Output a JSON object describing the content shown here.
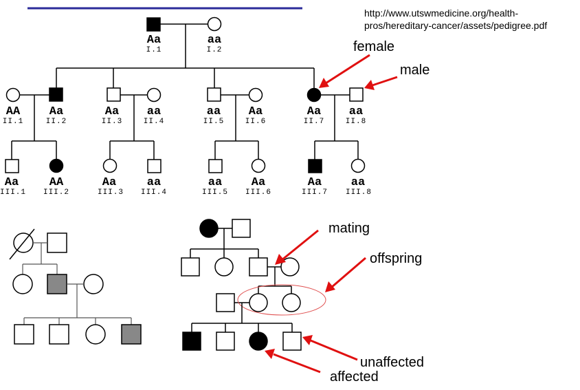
{
  "source_url": {
    "line1": "http://www.utswmedicine.org/health-",
    "line2": "pros/hereditary-cancer/assets/pedigree.pdf"
  },
  "colors": {
    "header_rule": "#2b2b9a",
    "arrow": "#e01010",
    "affected": "#000000",
    "carrier_gray": "#888888",
    "ellipse": "#e05050"
  },
  "pedigree_main": {
    "gen1": [
      {
        "id": "I.1",
        "genotype": "Aa",
        "sex": "male",
        "affected": true
      },
      {
        "id": "I.2",
        "genotype": "aa",
        "sex": "female",
        "affected": false
      }
    ],
    "gen2": [
      {
        "id": "II.1",
        "genotype": "AA",
        "sex": "female",
        "affected": false
      },
      {
        "id": "II.2",
        "genotype": "Aa",
        "sex": "male",
        "affected": true
      },
      {
        "id": "II.3",
        "genotype": "Aa",
        "sex": "male",
        "affected": false
      },
      {
        "id": "II.4",
        "genotype": "aa",
        "sex": "female",
        "affected": false
      },
      {
        "id": "II.5",
        "genotype": "aa",
        "sex": "male",
        "affected": false
      },
      {
        "id": "II.6",
        "genotype": "Aa",
        "sex": "female",
        "affected": false
      },
      {
        "id": "II.7",
        "genotype": "Aa",
        "sex": "female",
        "affected": true
      },
      {
        "id": "II.8",
        "genotype": "aa",
        "sex": "male",
        "affected": false
      }
    ],
    "gen3": [
      {
        "id": "III.1",
        "genotype": "Aa",
        "sex": "male",
        "affected": false
      },
      {
        "id": "III.2",
        "genotype": "AA",
        "sex": "female",
        "affected": true
      },
      {
        "id": "III.3",
        "genotype": "Aa",
        "sex": "female",
        "affected": false
      },
      {
        "id": "III.4",
        "genotype": "aa",
        "sex": "male",
        "affected": false
      },
      {
        "id": "III.5",
        "genotype": "aa",
        "sex": "male",
        "affected": false
      },
      {
        "id": "III.6",
        "genotype": "Aa",
        "sex": "female",
        "affected": false
      },
      {
        "id": "III.7",
        "genotype": "Aa",
        "sex": "male",
        "affected": true
      },
      {
        "id": "III.8",
        "genotype": "aa",
        "sex": "female",
        "affected": false
      }
    ]
  },
  "annotations": {
    "female": "female",
    "male": "male",
    "mating": "mating",
    "offspring": "offspring",
    "unaffected": "unaffected",
    "affected": "affected"
  }
}
